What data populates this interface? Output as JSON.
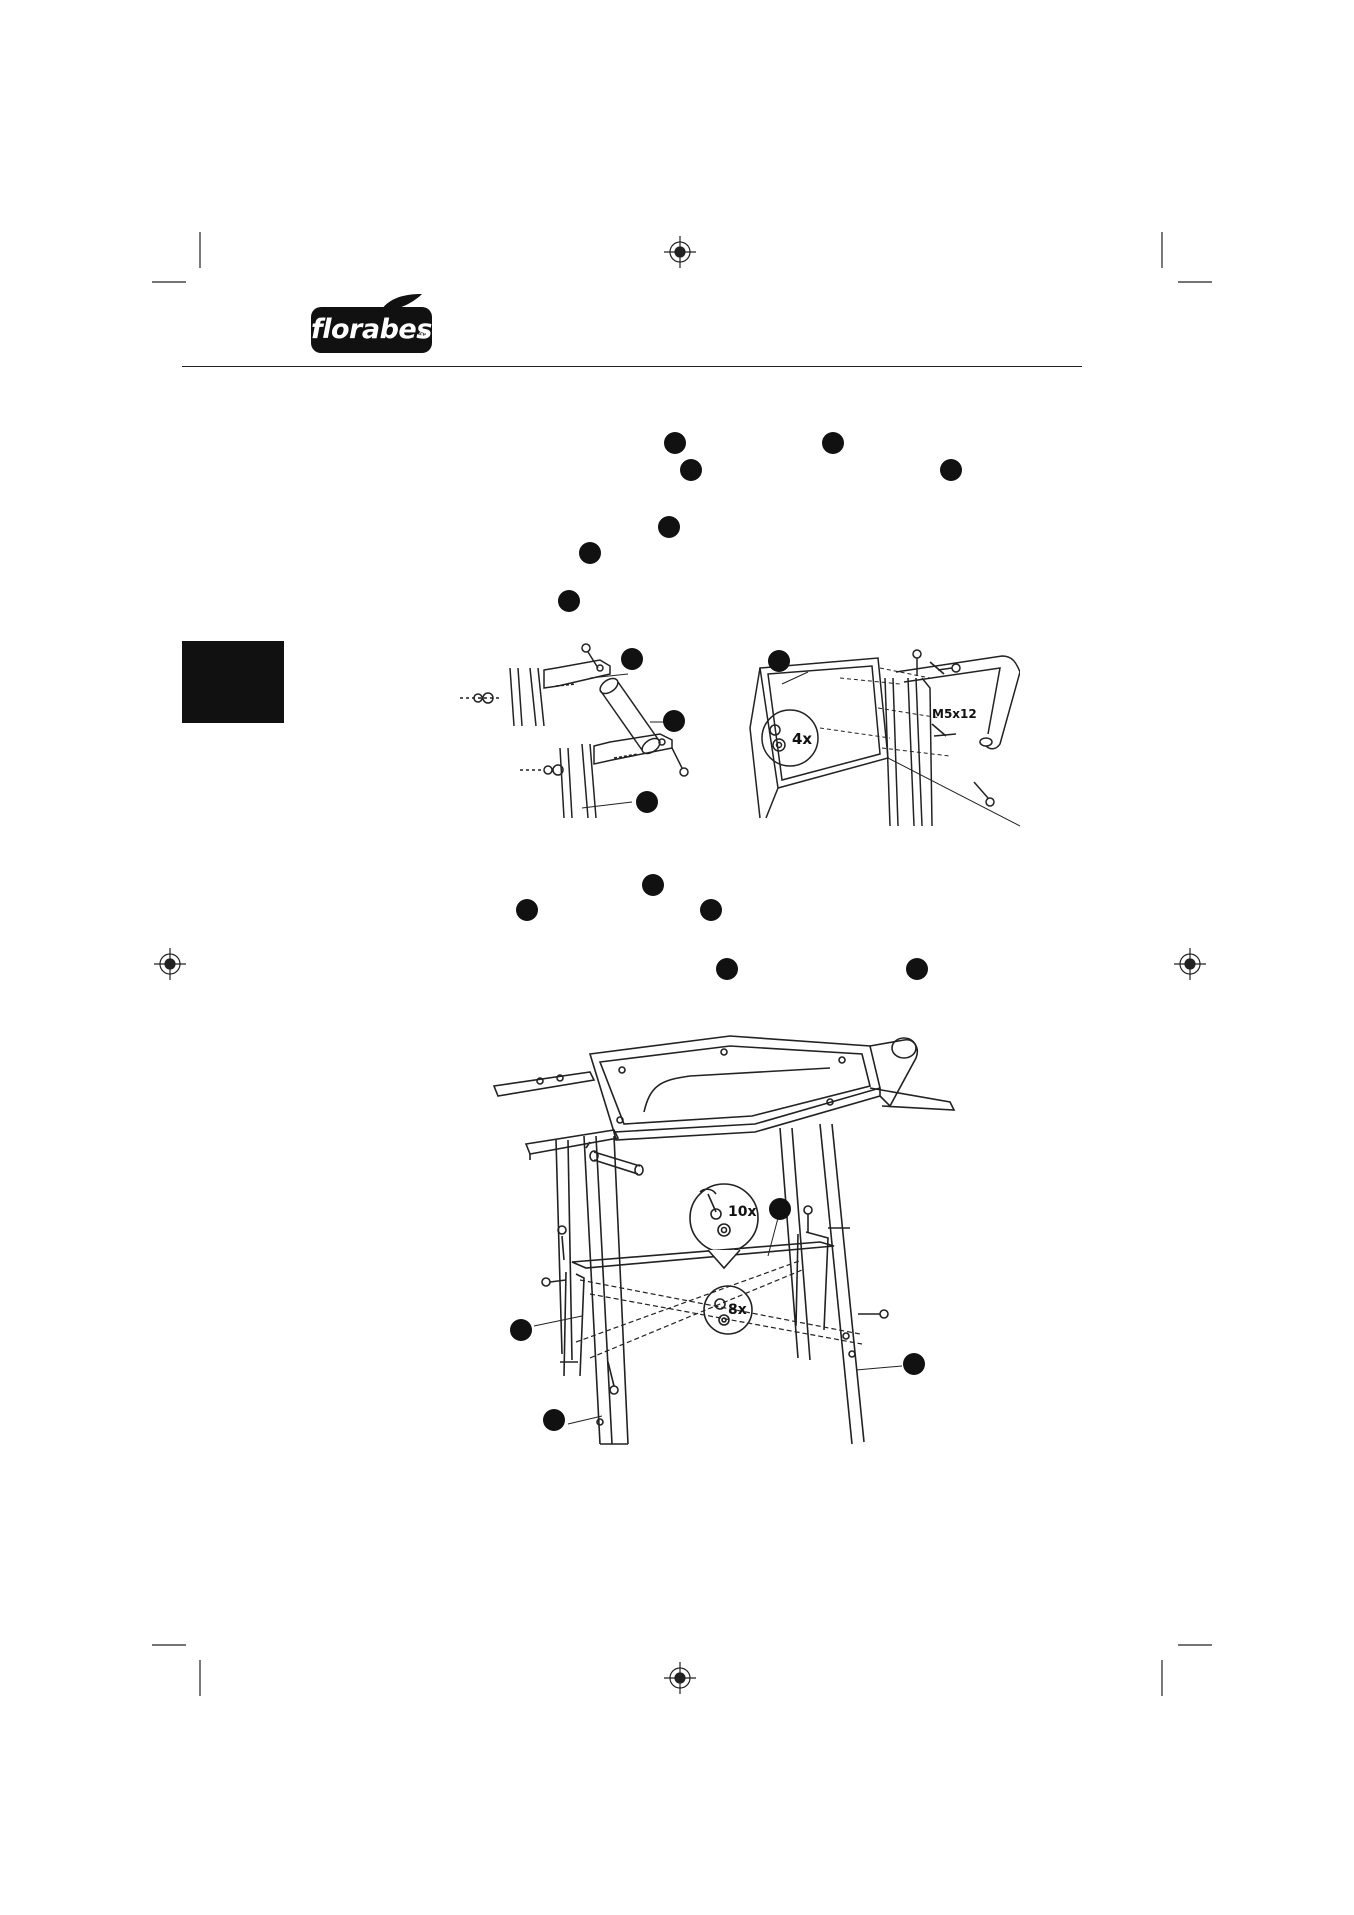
{
  "brand": {
    "logo_text": "florabest",
    "registered_mark": "®"
  },
  "figure_1": {
    "hardware_label": "M5x12",
    "count_label": "4x"
  },
  "figure_2": {
    "count_label_top": "10x",
    "count_label_bottom": "8x"
  }
}
